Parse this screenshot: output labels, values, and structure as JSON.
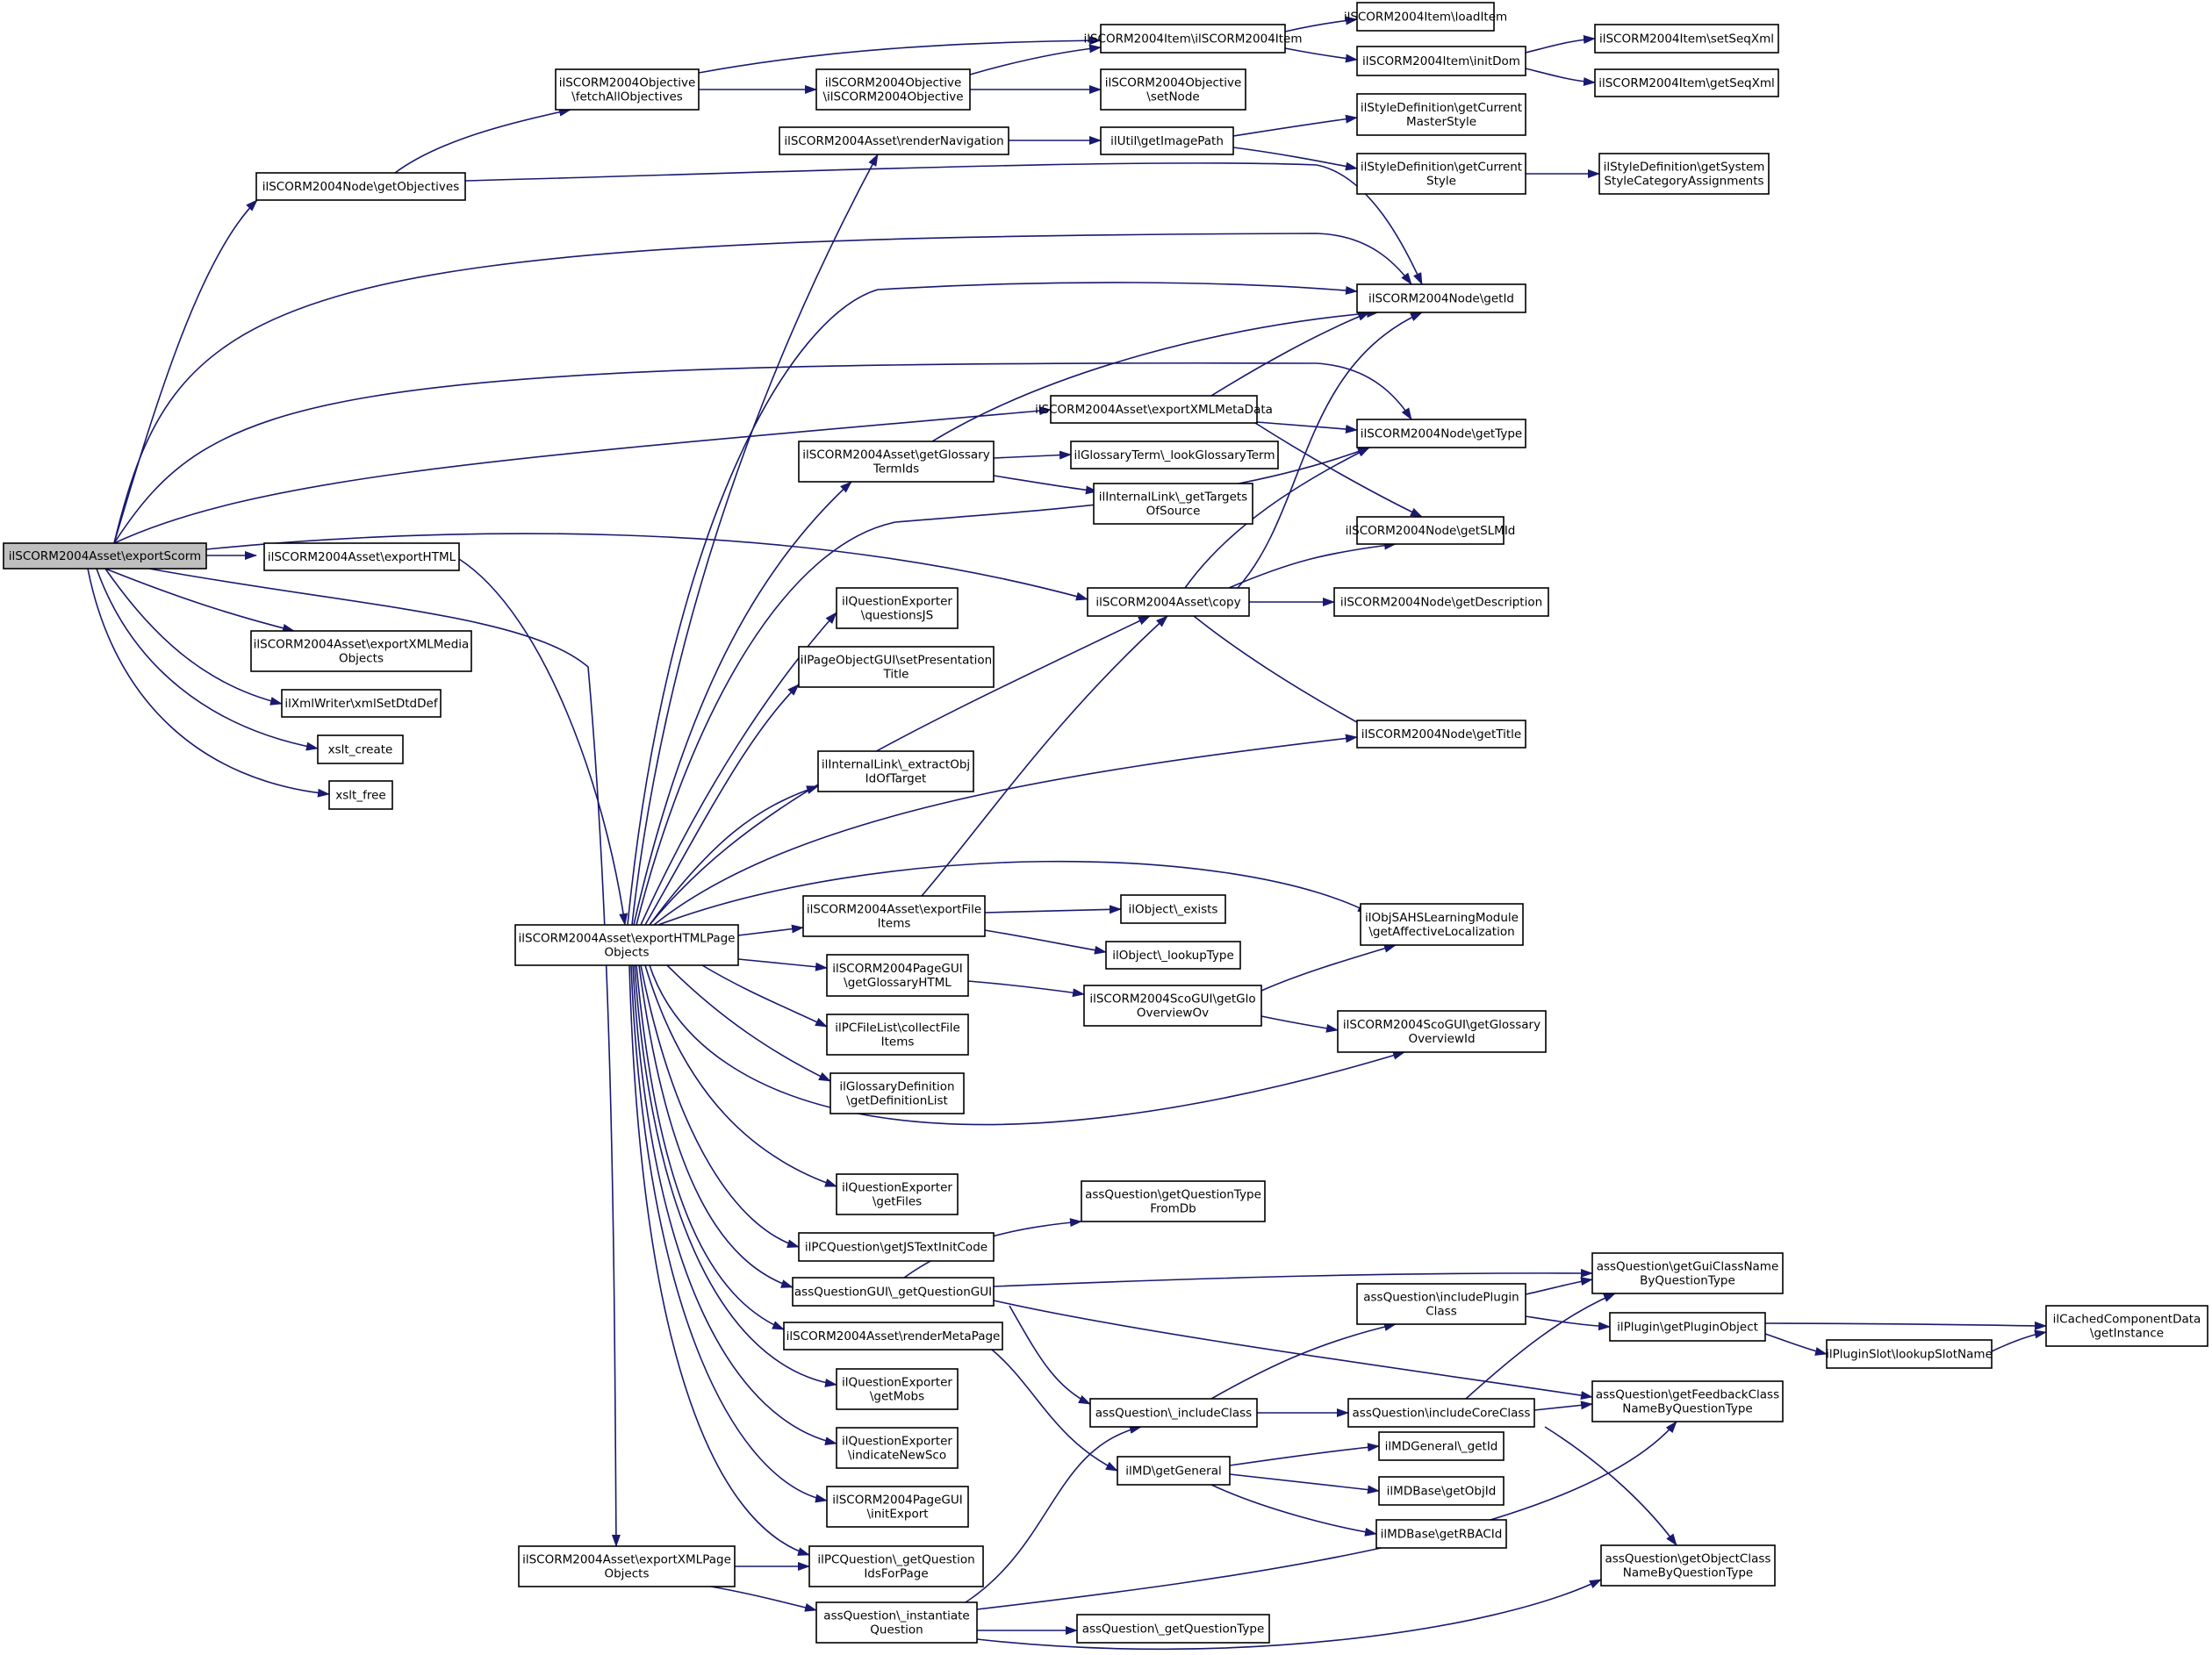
{
  "colors": {
    "edge": "#191970",
    "root_fill": "#bfbfbf",
    "node_fill": "#ffffff",
    "node_stroke": "#000000"
  },
  "nodes": [
    {
      "id": "exportScorm",
      "lines": [
        "ilSCORM2004Asset\\exportScorm"
      ],
      "root": true
    },
    {
      "id": "getObjectives",
      "lines": [
        "ilSCORM2004Node\\getObjectives"
      ]
    },
    {
      "id": "fetchAllObjectives",
      "lines": [
        "ilSCORM2004Objective",
        "\\fetchAllObjectives"
      ]
    },
    {
      "id": "objCtor",
      "lines": [
        "ilSCORM2004Objective",
        "\\ilSCORM2004Objective"
      ]
    },
    {
      "id": "itemCtor",
      "lines": [
        "ilSCORM2004Item\\ilSCORM2004Item"
      ]
    },
    {
      "id": "loadItem",
      "lines": [
        "ilSCORM2004Item\\loadItem"
      ]
    },
    {
      "id": "initDom",
      "lines": [
        "ilSCORM2004Item\\initDom"
      ]
    },
    {
      "id": "setSeqXml",
      "lines": [
        "ilSCORM2004Item\\setSeqXml"
      ]
    },
    {
      "id": "getSeqXml",
      "lines": [
        "ilSCORM2004Item\\getSeqXml"
      ]
    },
    {
      "id": "setNode",
      "lines": [
        "ilSCORM2004Objective",
        "\\setNode"
      ]
    },
    {
      "id": "renderNavigation",
      "lines": [
        "ilSCORM2004Asset\\renderNavigation"
      ]
    },
    {
      "id": "getImagePath",
      "lines": [
        "ilUtil\\getImagePath"
      ]
    },
    {
      "id": "getCurrentMasterStyle",
      "lines": [
        "ilStyleDefinition\\getCurrent",
        "MasterStyle"
      ]
    },
    {
      "id": "getCurrentStyle",
      "lines": [
        "ilStyleDefinition\\getCurrent",
        "Style"
      ]
    },
    {
      "id": "getSystemStyle",
      "lines": [
        "ilStyleDefinition\\getSystem",
        "StyleCategoryAssignments"
      ]
    },
    {
      "id": "getId",
      "lines": [
        "ilSCORM2004Node\\getId"
      ]
    },
    {
      "id": "exportXMLMetaData",
      "lines": [
        "ilSCORM2004Asset\\exportXMLMetaData"
      ]
    },
    {
      "id": "getType",
      "lines": [
        "ilSCORM2004Node\\getType"
      ]
    },
    {
      "id": "getGlossaryTermIds",
      "lines": [
        "ilSCORM2004Asset\\getGlossary",
        "TermIds"
      ]
    },
    {
      "id": "lookGlossaryTerm",
      "lines": [
        "ilGlossaryTerm\\_lookGlossaryTerm"
      ]
    },
    {
      "id": "getTargetsOfSource",
      "lines": [
        "ilInternalLink\\_getTargets",
        "OfSource"
      ]
    },
    {
      "id": "getSLMId",
      "lines": [
        "ilSCORM2004Node\\getSLMId"
      ]
    },
    {
      "id": "exportHTML",
      "lines": [
        "ilSCORM2004Asset\\exportHTML"
      ]
    },
    {
      "id": "copy",
      "lines": [
        "ilSCORM2004Asset\\copy"
      ]
    },
    {
      "id": "getDescription",
      "lines": [
        "ilSCORM2004Node\\getDescription"
      ]
    },
    {
      "id": "questionsJS",
      "lines": [
        "ilQuestionExporter",
        "\\questionsJS"
      ]
    },
    {
      "id": "exportXMLMediaObjects",
      "lines": [
        "ilSCORM2004Asset\\exportXMLMedia",
        "Objects"
      ]
    },
    {
      "id": "setPresentationTitle",
      "lines": [
        "ilPageObjectGUI\\setPresentation",
        "Title"
      ]
    },
    {
      "id": "xmlSetDtdDef",
      "lines": [
        "ilXmlWriter\\xmlSetDtdDef"
      ]
    },
    {
      "id": "getTitle",
      "lines": [
        "ilSCORM2004Node\\getTitle"
      ]
    },
    {
      "id": "xslt_create",
      "lines": [
        "xslt_create"
      ]
    },
    {
      "id": "extractObjIdOfTarget",
      "lines": [
        "ilInternalLink\\_extractObj",
        "IdOfTarget"
      ]
    },
    {
      "id": "xslt_free",
      "lines": [
        "xslt_free"
      ]
    },
    {
      "id": "exportFileItems",
      "lines": [
        "ilSCORM2004Asset\\exportFile",
        "Items"
      ]
    },
    {
      "id": "exists",
      "lines": [
        "ilObject\\_exists"
      ]
    },
    {
      "id": "getAffectiveLocalization",
      "lines": [
        "ilObjSAHSLearningModule",
        "\\getAffectiveLocalization"
      ]
    },
    {
      "id": "exportHTMLPageObjects",
      "lines": [
        "ilSCORM2004Asset\\exportHTMLPage",
        "Objects"
      ]
    },
    {
      "id": "lookupType",
      "lines": [
        "ilObject\\_lookupType"
      ]
    },
    {
      "id": "getGlossaryHTML",
      "lines": [
        "ilSCORM2004PageGUI",
        "\\getGlossaryHTML"
      ]
    },
    {
      "id": "getGloOverviewOv",
      "lines": [
        "ilSCORM2004ScoGUI\\getGlo",
        "OverviewOv"
      ]
    },
    {
      "id": "getGlossaryOverviewId",
      "lines": [
        "ilSCORM2004ScoGUI\\getGlossary",
        "OverviewId"
      ]
    },
    {
      "id": "collectFileItems",
      "lines": [
        "ilPCFileList\\collectFile",
        "Items"
      ]
    },
    {
      "id": "getDefinitionList",
      "lines": [
        "ilGlossaryDefinition",
        "\\getDefinitionList"
      ]
    },
    {
      "id": "getFiles",
      "lines": [
        "ilQuestionExporter",
        "\\getFiles"
      ]
    },
    {
      "id": "getQuestionTypeFromDb",
      "lines": [
        "assQuestion\\getQuestionType",
        "FromDb"
      ]
    },
    {
      "id": "getJSTextInitCode",
      "lines": [
        "ilPCQuestion\\getJSTextInitCode"
      ]
    },
    {
      "id": "getGuiClassName",
      "lines": [
        "assQuestion\\getGuiClassName",
        "ByQuestionType"
      ]
    },
    {
      "id": "getQuestionGUI",
      "lines": [
        "assQuestionGUI\\_getQuestionGUI"
      ]
    },
    {
      "id": "includePluginClass",
      "lines": [
        "assQuestion\\includePlugin",
        "Class"
      ]
    },
    {
      "id": "getPluginObject",
      "lines": [
        "ilPlugin\\getPluginObject"
      ]
    },
    {
      "id": "getInstance",
      "lines": [
        "ilCachedComponentData",
        "\\getInstance"
      ]
    },
    {
      "id": "renderMetaPage",
      "lines": [
        "ilSCORM2004Asset\\renderMetaPage"
      ]
    },
    {
      "id": "lookupSlotName",
      "lines": [
        "ilPluginSlot\\lookupSlotName"
      ]
    },
    {
      "id": "getMobs",
      "lines": [
        "ilQuestionExporter",
        "\\getMobs"
      ]
    },
    {
      "id": "includeClass",
      "lines": [
        "assQuestion\\_includeClass"
      ]
    },
    {
      "id": "includeCoreClass",
      "lines": [
        "assQuestion\\includeCoreClass"
      ]
    },
    {
      "id": "getFeedbackClassName",
      "lines": [
        "assQuestion\\getFeedbackClass",
        "NameByQuestionType"
      ]
    },
    {
      "id": "indicateNewSco",
      "lines": [
        "ilQuestionExporter",
        "\\indicateNewSco"
      ]
    },
    {
      "id": "mdGetId",
      "lines": [
        "ilMDGeneral\\_getId"
      ]
    },
    {
      "id": "mdGetGeneral",
      "lines": [
        "ilMD\\getGeneral"
      ]
    },
    {
      "id": "initExport",
      "lines": [
        "ilSCORM2004PageGUI",
        "\\initExport"
      ]
    },
    {
      "id": "getObjId",
      "lines": [
        "ilMDBase\\getObjId"
      ]
    },
    {
      "id": "getRBACId",
      "lines": [
        "ilMDBase\\getRBACId"
      ]
    },
    {
      "id": "exportXMLPageObjects",
      "lines": [
        "ilSCORM2004Asset\\exportXMLPage",
        "Objects"
      ]
    },
    {
      "id": "getQuestionIdsForPage",
      "lines": [
        "ilPCQuestion\\_getQuestion",
        "IdsForPage"
      ]
    },
    {
      "id": "getObjectClassName",
      "lines": [
        "assQuestion\\getObjectClass",
        "NameByQuestionType"
      ]
    },
    {
      "id": "instantiateQuestion",
      "lines": [
        "assQuestion\\_instantiate",
        "Question"
      ]
    },
    {
      "id": "getQuestionType",
      "lines": [
        "assQuestion\\_getQuestionType"
      ]
    }
  ]
}
